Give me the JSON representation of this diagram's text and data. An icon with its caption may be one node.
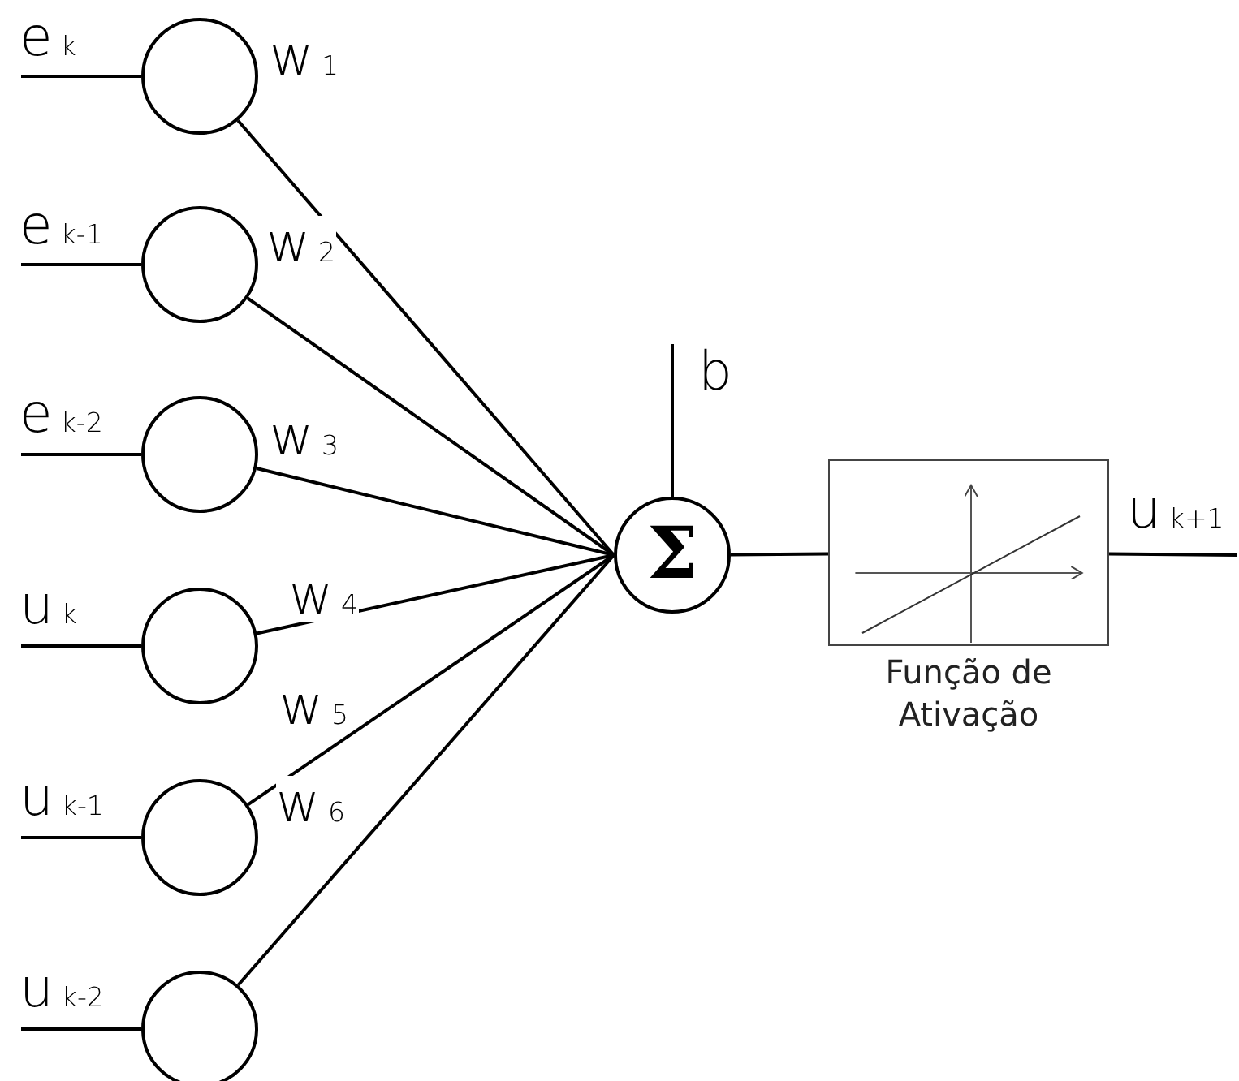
{
  "diagram": {
    "nodes": [
      {
        "text": [],
        "shape": "circle"
      },
      {
        "text": [],
        "shape": "circle"
      },
      {
        "text": [],
        "shape": "circle"
      },
      {
        "text": [],
        "shape": "circle"
      },
      {
        "text": [],
        "shape": "circle"
      },
      {
        "text": [],
        "shape": "circle"
      },
      {
        "text": [
          "Σ"
        ]
      },
      {
        "text": [
          "Função de Ativação"
        ]
      }
    ],
    "edges": [
      {
        "from": null,
        "to": 0,
        "arrow": "none",
        "label": "e$_{k}$"
      },
      {
        "from": null,
        "to": 1,
        "arrow": "none",
        "label": "e$_{k-1}$"
      },
      {
        "from": null,
        "to": 2,
        "arrow": "none",
        "label": "e$_{k-2}$"
      },
      {
        "from": null,
        "to": 3,
        "arrow": "none",
        "label": "u$_{k}$"
      },
      {
        "from": null,
        "to": 4,
        "arrow": "none",
        "label": "u$_{k-1}$"
      },
      {
        "from": null,
        "to": 5,
        "arrow": "none",
        "label": "u$_{k-2}$"
      },
      {
        "from": 0,
        "to": 6,
        "arrow": "none",
        "label": "w$_{1}$"
      },
      {
        "from": 1,
        "to": 6,
        "arrow": "none",
        "label": "w$_{2}$"
      },
      {
        "from": 2,
        "to": 6,
        "arrow": "none",
        "label": "w$_{3}$"
      },
      {
        "from": 3,
        "to": 6,
        "arrow": "none",
        "label": "w$_{4}$"
      },
      {
        "from": 4,
        "to": 6,
        "arrow": "none",
        "label": "w$_{5}$"
      },
      {
        "from": 5,
        "to": 6,
        "arrow": "none",
        "label": "w$_{6}$"
      },
      {
        "from": null,
        "to": 6,
        "arrow": "none",
        "label": "b"
      },
      {
        "from": 6,
        "to": 7,
        "arrow": "none"
      },
      {
        "from": 7,
        "to": null,
        "arrow": "none",
        "label": "u$_{k+1}$"
      }
    ]
  }
}
